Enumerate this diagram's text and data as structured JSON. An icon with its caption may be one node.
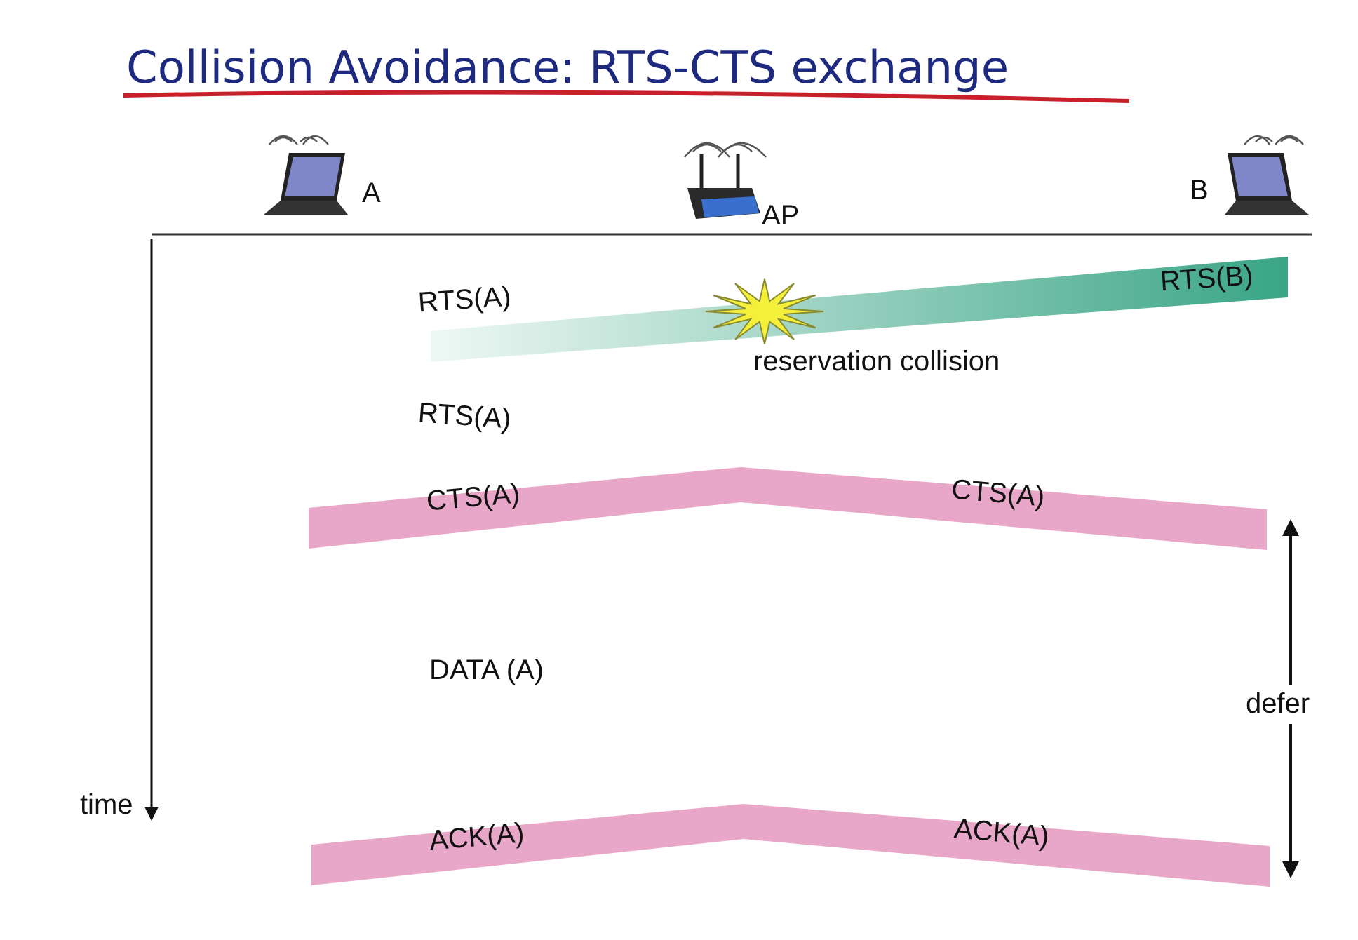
{
  "diagram": {
    "title": "Collision Avoidance: RTS-CTS exchange",
    "nodes": [
      {
        "text": [
          "RTS(A)",
          "RTS(B)"
        ]
      },
      {
        "text": [
          "CTS(A)",
          "CTS(A)"
        ]
      },
      {
        "text": [
          "ACK(A)",
          "ACK(A)"
        ]
      }
    ],
    "labels": [
      "A",
      "AP",
      "B",
      "reservation collision",
      "RTS(A)",
      "DATA (A)",
      "defer",
      "time"
    ]
  }
}
